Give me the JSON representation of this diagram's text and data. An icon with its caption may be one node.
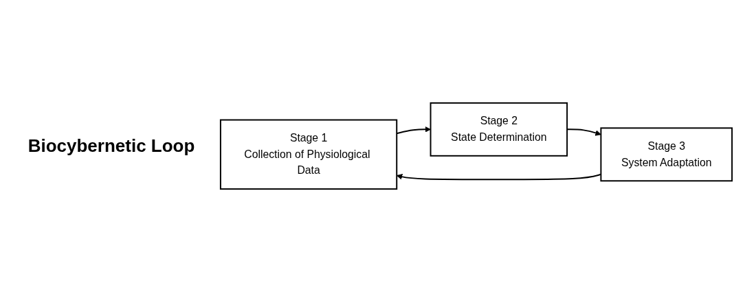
{
  "diagram": {
    "nodes": [
      {
        "text": [
          "Stage 1",
          "Collection of Physiological Data"
        ]
      },
      {
        "text": [
          "Stage 2",
          "State Determination"
        ]
      },
      {
        "text": [
          "Stage 3",
          "System Adaptation"
        ]
      }
    ],
    "edges": [
      {
        "from": 0,
        "to": 1,
        "arrow": "to"
      },
      {
        "from": 1,
        "to": 2,
        "arrow": "to"
      },
      {
        "from": 2,
        "to": 0,
        "arrow": "to"
      }
    ],
    "labels": [
      "Biocybernetic Loop"
    ]
  }
}
